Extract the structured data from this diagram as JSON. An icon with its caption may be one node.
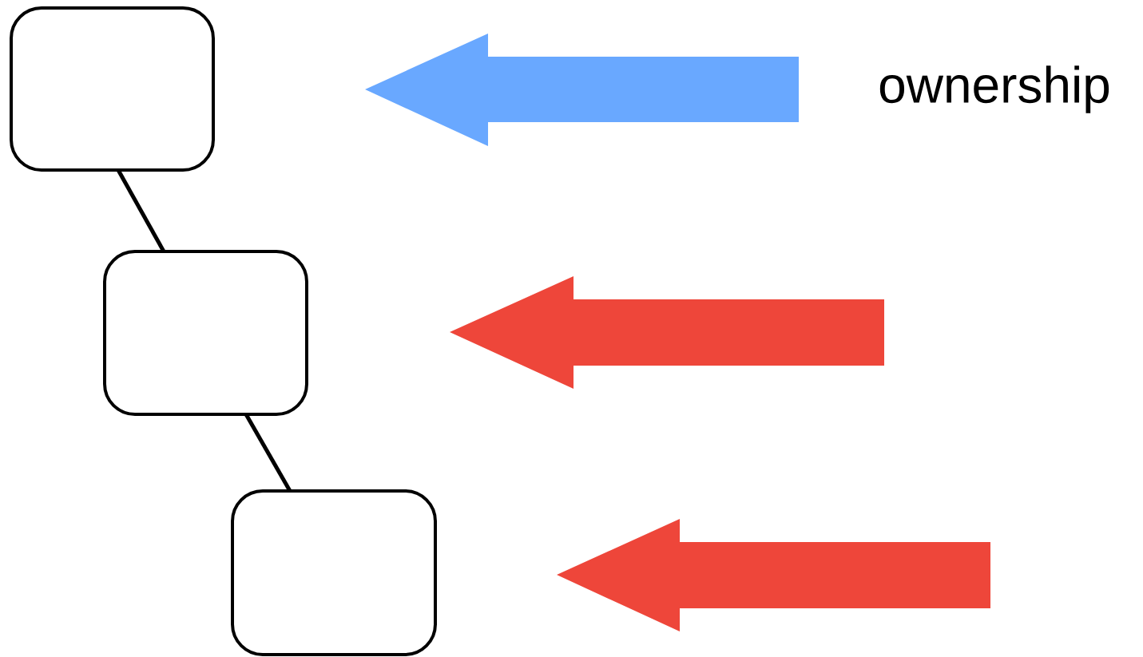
{
  "diagram": {
    "nodes": [
      {
        "text": [],
        "shape": "box"
      },
      {
        "text": [],
        "shape": "box"
      },
      {
        "text": [],
        "shape": "box"
      }
    ],
    "edges": [
      {
        "from": 0,
        "to": 1,
        "arrow": "none"
      },
      {
        "from": 1,
        "to": 2,
        "arrow": "none"
      }
    ],
    "labels": [
      "ownership"
    ]
  }
}
